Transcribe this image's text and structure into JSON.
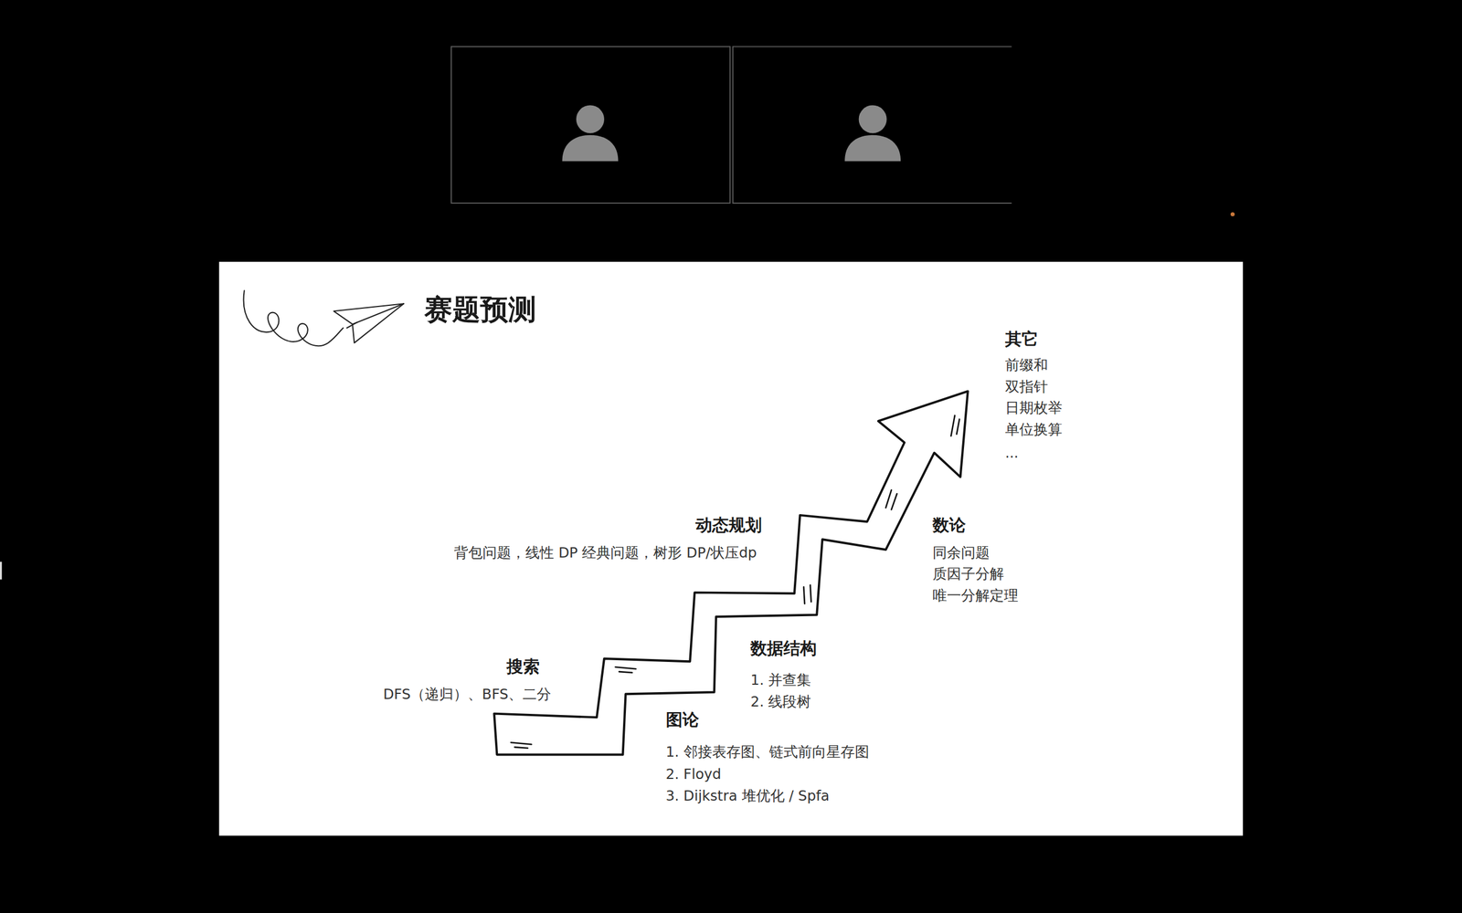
{
  "diagram": {
    "title": "赛题预测",
    "labels": [
      "搜索",
      "DFS（递归）、BFS、二分",
      "图论",
      "1. 邻接表存图、链式前向星存图",
      "2. Floyd",
      "3. Dijkstra 堆优化 / Spfa",
      "数据结构",
      "1. 并查集",
      "2. 线段树",
      "动态规划",
      "背包问题，线性 DP 经典问题，树形 DP/状压dp",
      "数论",
      "同余问题",
      "质因子分解",
      "唯一分解定理",
      "其它",
      "前缀和",
      "双指针",
      "日期枚举",
      "单位换算",
      "..."
    ]
  }
}
